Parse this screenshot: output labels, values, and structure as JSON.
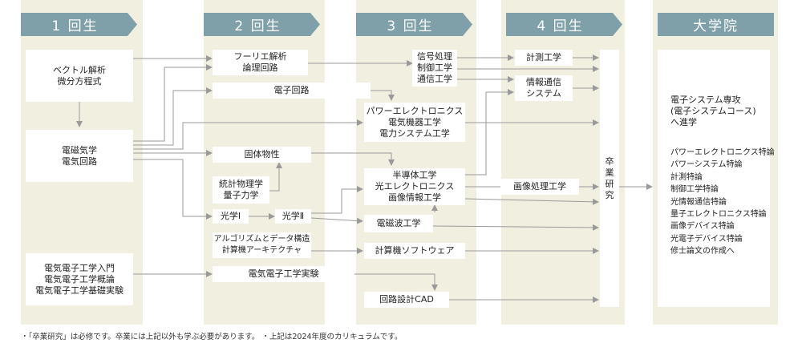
{
  "headers": {
    "y1": "1 回生",
    "y2": "2 回生",
    "y3": "3 回生",
    "y4": "4 回生",
    "grad": "大学院"
  },
  "courses": {
    "vector": "ベクトル解析\n微分方程式",
    "em": "電磁気学\n電気回路",
    "intro": "電気電子工学入門\n電気電子工学概論\n電気電子工学基礎実験",
    "fourier": "フーリエ解析\n論理回路",
    "electronic": "電子回路",
    "solid": "固体物性",
    "stat": "統計物理学\n量子力学",
    "optics1": "光学Ⅰ",
    "optics2": "光学Ⅱ",
    "algo": "アルゴリズムとデータ構造\n計算機アーキテクチャ",
    "exp": "電気電子工学実験",
    "signal": "信号処理\n制御工学\n通信工学",
    "power": "パワーエレクトロニクス\n電気機器工学\n電力システム工学",
    "semi": "半導体工学\n光エレクトロニクス\n画像情報工学",
    "wave": "電磁波工学",
    "soft": "計算機ソフトウェア",
    "cad": "回路設計CAD",
    "meas": "計測工学",
    "info": "情報通信\nシステム",
    "image": "画像処理工学",
    "thesis": "卒\n業\n研\n究"
  },
  "grad": {
    "advance": "電子システム専攻\n(電子システムコース)\nへ進学",
    "list": "パワーエレクトロニクス特論\nパワーシステム特論\n計測特論\n制御工学特論\n光情報通信特論\n量子エレクトロニクス特論\n画像デバイス特論\n光電子デバイス特論\n修士論文の作成へ"
  },
  "footnote": "・「卒業研究」は必修です。卒業には上記以外も学ぶ必要があります。 ・上記は2024年度のカリキュラムです。",
  "colors": {
    "header": "#7fa0a9",
    "column": "#f1efe0",
    "arrow": "#9a9a9a"
  }
}
